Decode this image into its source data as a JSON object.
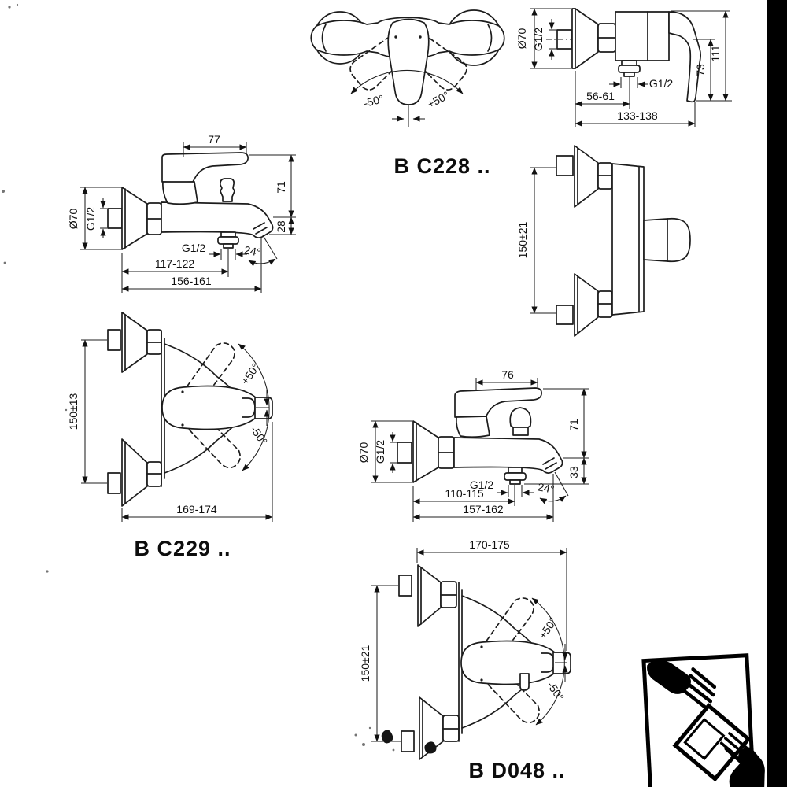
{
  "sheet": {
    "paper_color": "#ffffff",
    "ink_color": "#1c1c1c",
    "edge_band_color": "#000000"
  },
  "icons": {
    "care_icon": "hand-with-instruction-leaflet-icon"
  },
  "products": {
    "c228": {
      "label": "B C228 ..",
      "top_view": {
        "angle_left": "-50°",
        "angle_right": "+50°"
      },
      "side_view": {
        "flange_dia": "Ø70",
        "inlet_thread": "G1/2",
        "outlet_thread": "G1/2",
        "wall_to_outlet": "56-61",
        "total_depth": "133-138",
        "total_height": "111",
        "outlet_height": "73"
      },
      "front_view": {
        "inlet_centers": "150±21"
      }
    },
    "c229": {
      "label": "B C229 ..",
      "side_view": {
        "handle_length": "77",
        "flange_dia": "Ø70",
        "inlet_thread": "G1/2",
        "outlet_thread": "G1/2",
        "wall_to_outlet": "117-122",
        "total_depth": "156-161",
        "height_above_axis": "71",
        "spout_drop": "28",
        "spout_angle": "24°"
      },
      "top_view": {
        "inlet_centers": "150±13",
        "total_width": "169-174",
        "angle_up": "+50°",
        "angle_down": "-50°"
      }
    },
    "d048": {
      "label": "B D048 ..",
      "side_view": {
        "handle_length": "76",
        "flange_dia": "Ø70",
        "inlet_thread": "G1/2",
        "outlet_thread": "G1/2",
        "wall_to_outlet": "110-115",
        "total_depth": "157-162",
        "height_above_axis": "71",
        "spout_drop": "33",
        "spout_angle": "24°"
      },
      "top_view": {
        "inlet_centers": "150±21",
        "total_width": "170-175",
        "angle_up": "+50°",
        "angle_down": "-50°"
      }
    }
  }
}
